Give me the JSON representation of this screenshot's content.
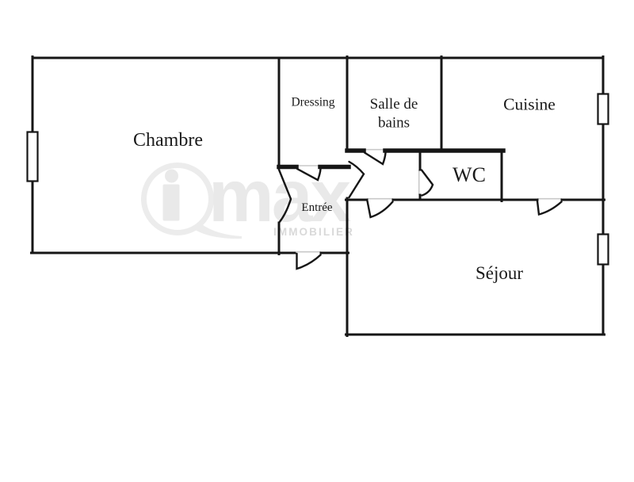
{
  "floorplan": {
    "rooms": {
      "chambre": "Chambre",
      "dressing": "Dressing",
      "salle_de_bains_line1": "Salle de",
      "salle_de_bains_line2": "bains",
      "cuisine": "Cuisine",
      "wc": "WC",
      "entree": "Entrée",
      "sejour": "Séjour"
    },
    "watermark": {
      "brand": "imax",
      "brand_visible_text": "max",
      "subtitle": "IMMOBILIER"
    },
    "colors": {
      "wall": "#161616",
      "label": "#1b1b1b",
      "watermark_shape": "#ececec",
      "watermark_text": "#e9e9e9",
      "watermark_subtitle": "#d9d9d9",
      "threshold": "#c9c9c9",
      "background": "#ffffff"
    }
  }
}
